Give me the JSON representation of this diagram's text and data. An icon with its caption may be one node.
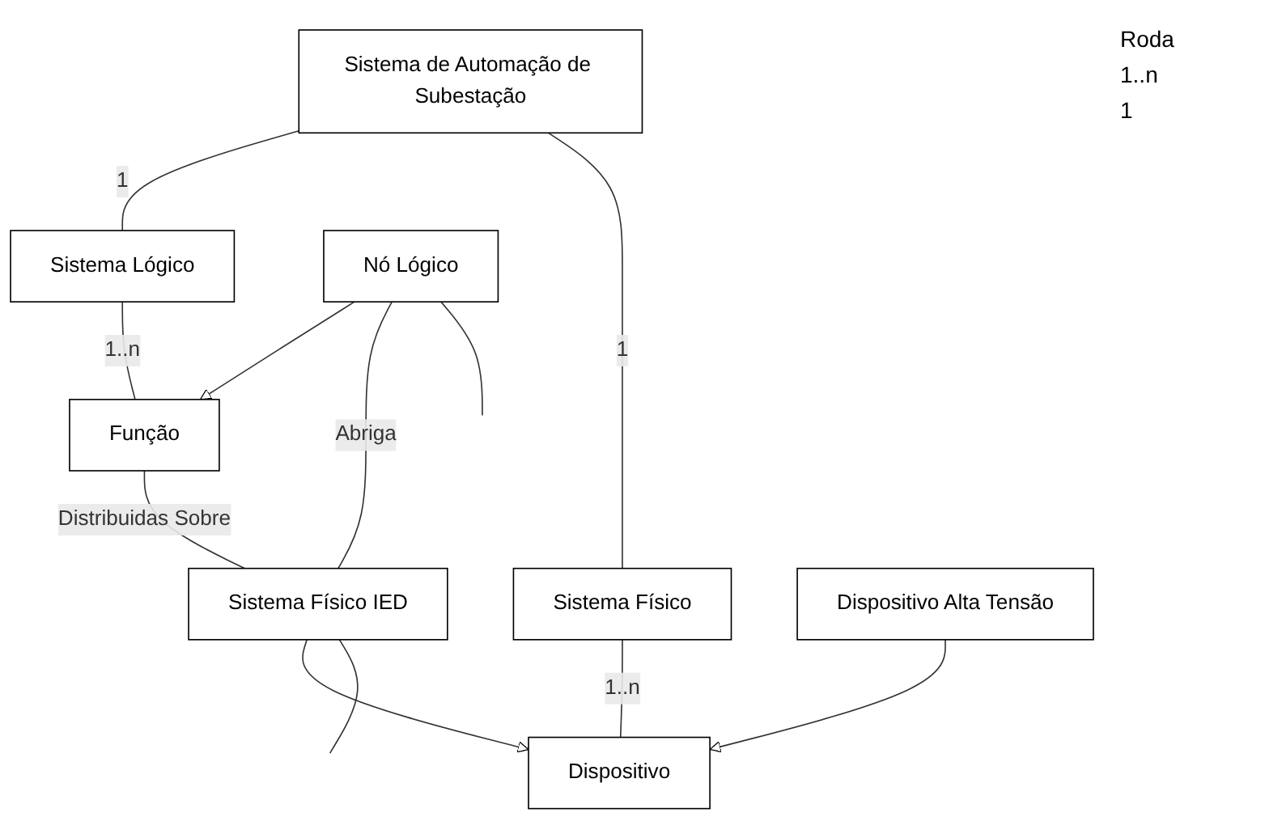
{
  "diagram": {
    "nodes": [
      {
        "text": [
          "Sistema de Automação de Subestação"
        ]
      },
      {
        "text": [
          "Sistema Lógico"
        ]
      },
      {
        "text": [
          "Sistema Físico"
        ]
      },
      {
        "text": [
          "Função"
        ]
      },
      {
        "text": [
          "Dispositivo"
        ]
      },
      {
        "text": [
          "Nó Lógico"
        ]
      },
      {
        "text": [
          "Sistema Físico IED"
        ]
      },
      {
        "text": [
          "Dispositivo Alta Tensão"
        ]
      }
    ],
    "edges": [
      {
        "from": 0,
        "to": 1,
        "arrow": "other",
        "label": "1"
      },
      {
        "from": 0,
        "to": 2,
        "arrow": "other",
        "label": "1"
      },
      {
        "from": 1,
        "to": 3,
        "arrow": "other",
        "label": "1..n"
      },
      {
        "from": 2,
        "to": 4,
        "arrow": "other",
        "label": "1..n"
      },
      {
        "from": 5,
        "to": 3,
        "arrow": "to"
      },
      {
        "from": 3,
        "to": 6,
        "arrow": "none",
        "label": "Distribuidas Sobre"
      },
      {
        "from": 6,
        "to": 4,
        "arrow": "to"
      },
      {
        "from": 7,
        "to": 4,
        "arrow": "to"
      },
      {
        "from": 5,
        "to": 6,
        "arrow": "none",
        "label": "Abriga"
      },
      {
        "from": 5,
        "to": null,
        "arrow": "none"
      },
      {
        "from": 6,
        "to": null,
        "arrow": "none"
      }
    ],
    "labels": [
      "Roda",
      "1..n",
      "1"
    ]
  }
}
